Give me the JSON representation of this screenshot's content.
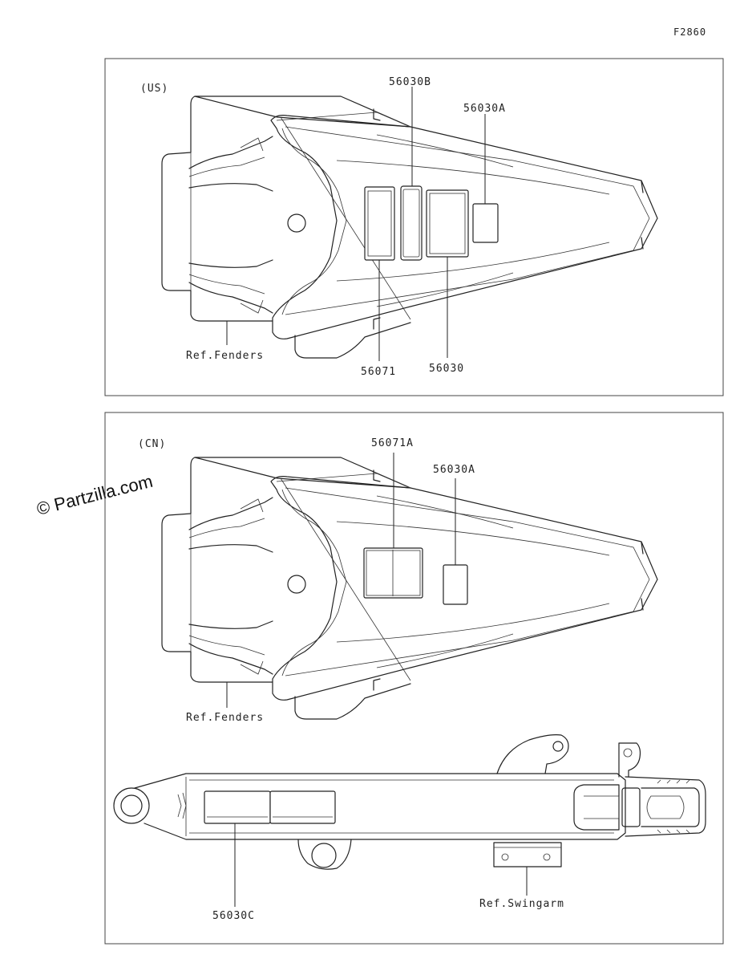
{
  "figure_id": "F2860",
  "watermark": "© Partzilla.com",
  "panels": [
    {
      "region": "(US)",
      "labels": {
        "part_56030B": "56030B",
        "part_56030A": "56030A",
        "part_56071": "56071",
        "part_56030": "56030",
        "ref": "Ref.Fenders"
      }
    },
    {
      "region": "(CN)",
      "labels": {
        "part_56071A": "56071A",
        "part_56030A": "56030A",
        "ref_fenders": "Ref.Fenders",
        "part_56030C": "56030C",
        "ref_swingarm": "Ref.Swingarm"
      }
    }
  ]
}
